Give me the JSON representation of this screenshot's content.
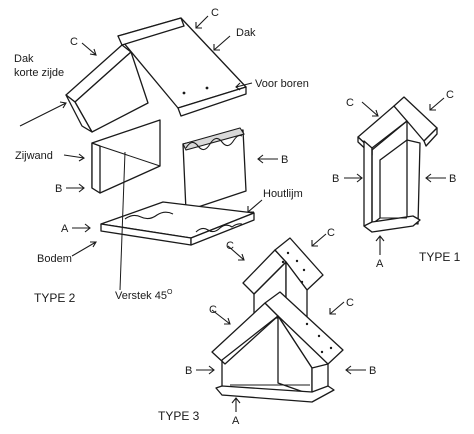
{
  "labels": {
    "c": "C",
    "b": "B",
    "a": "A",
    "dak": "Dak",
    "dak_korte_zijde_1": "Dak",
    "dak_korte_zijde_2": "korte zijde",
    "voor_boren": "Voor boren",
    "zijwand": "Zijwand",
    "houtlijm": "Houtlijm",
    "bodem": "Bodem",
    "verstek": "Verstek 45",
    "verstek_degree": "O",
    "type1": "TYPE 1",
    "type2": "TYPE 2",
    "type3": "TYPE 3"
  }
}
